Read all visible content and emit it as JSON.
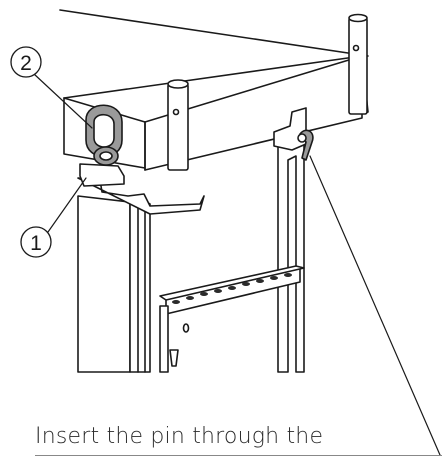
{
  "callouts": {
    "one": "1",
    "two": "2"
  },
  "caption": {
    "text": "Insert the pin through the"
  },
  "colors": {
    "line": "#1a1a1a",
    "part_gray": "#d9d9d9",
    "ring_gray": "#9a9a9a",
    "hole_dark": "#2b2b2b"
  }
}
